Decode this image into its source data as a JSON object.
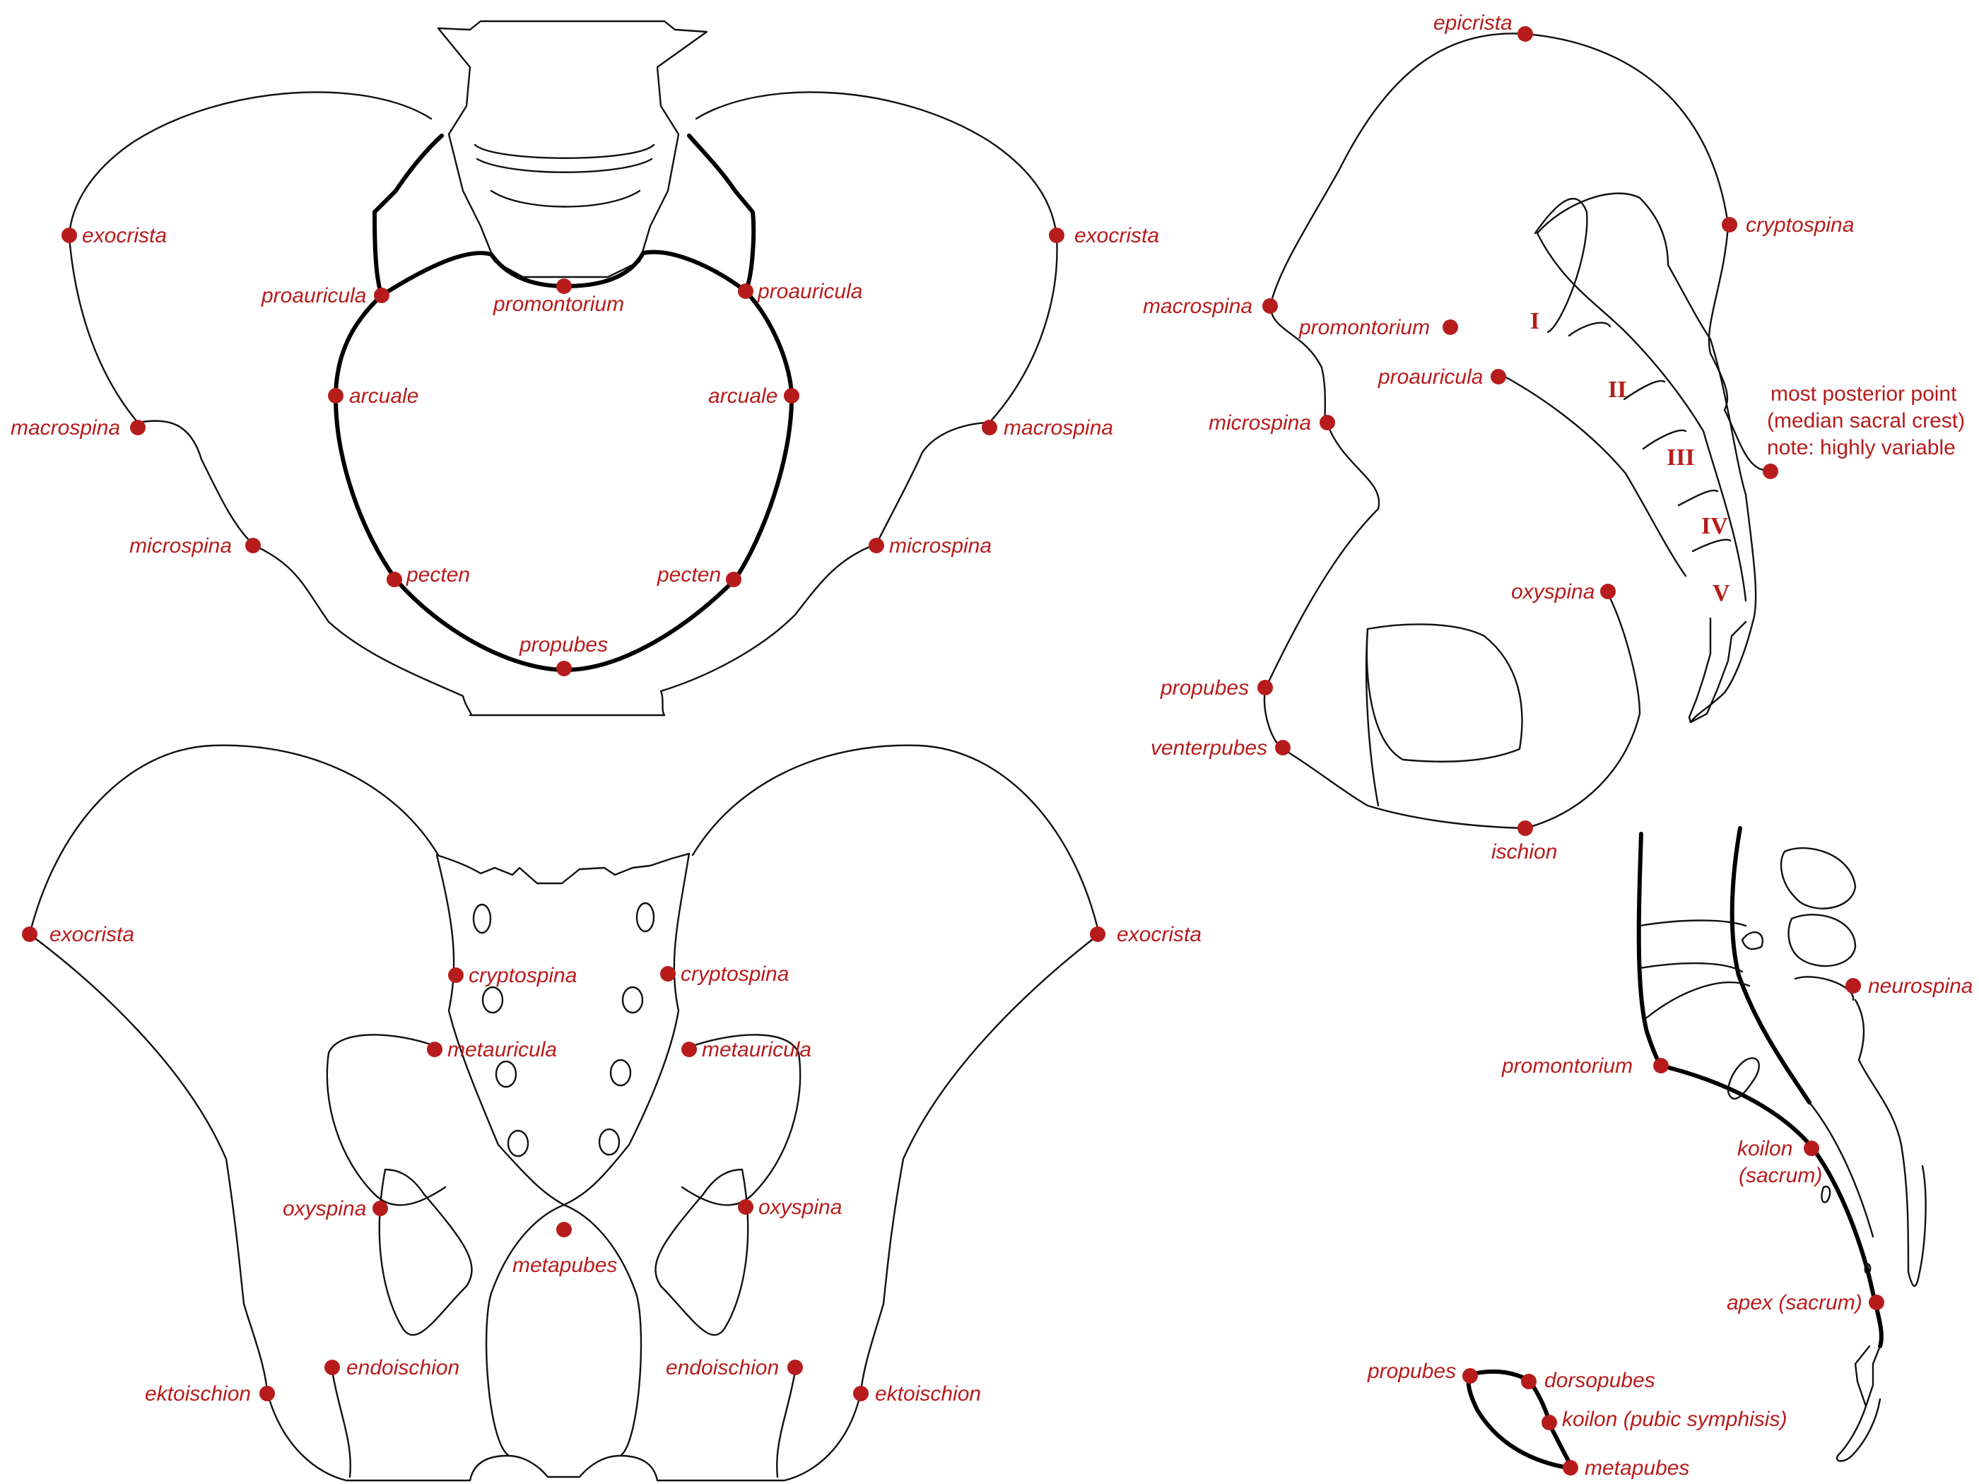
{
  "colors": {
    "landmark": "#b71c1c",
    "text": "#b71c1c",
    "outline": "#111111"
  },
  "views": {
    "anterior": {
      "exocrista_left": "exocrista",
      "exocrista_right": "exocrista",
      "proauricula_left": "proauricula",
      "proauricula_right": "proauricula",
      "promontorium": "promontorium",
      "arcuale_left": "arcuale",
      "arcuale_right": "arcuale",
      "macrospina_left": "macrospina",
      "macrospina_right": "macrospina",
      "microspina_left": "microspina",
      "microspina_right": "microspina",
      "pecten_left": "pecten",
      "pecten_right": "pecten",
      "propubes": "propubes"
    },
    "posterior": {
      "exocrista_left": "exocrista",
      "exocrista_right": "exocrista",
      "cryptospina_left": "cryptospina",
      "cryptospina_right": "cryptospina",
      "metauricula_left": "metauricula",
      "metauricula_right": "metauricula",
      "oxyspina_left": "oxyspina",
      "oxyspina_right": "oxyspina",
      "metapubes": "metapubes",
      "endoischion_left": "endoischion",
      "endoischion_right": "endoischion",
      "ektoischion_left": "ektoischion",
      "ektoischion_right": "ektoischion"
    },
    "lateral": {
      "epicrista": "epicrista",
      "cryptospina": "cryptospina",
      "macrospina": "macrospina",
      "promontorium": "promontorium",
      "proauricula": "proauricula",
      "microspina": "microspina",
      "posterior_note_line1": "most posterior point",
      "posterior_note_line2": "(median sacral crest)",
      "posterior_note_line3": "note: highly variable",
      "oxyspina": "oxyspina",
      "propubes": "propubes",
      "venterpubes": "venterpubes",
      "ischion": "ischion",
      "segments": [
        "I",
        "II",
        "III",
        "IV",
        "V"
      ]
    },
    "midsagittal": {
      "neurospina": "neurospina",
      "promontorium": "promontorium",
      "koilon_sacrum_line1": "koilon",
      "koilon_sacrum_line2": "(sacrum)",
      "apex_sacrum": "apex (sacrum)"
    },
    "symphysis": {
      "propubes": "propubes",
      "dorsopubes": "dorsopubes",
      "koilon_pubic": "koilon (pubic symphisis)",
      "metapubes": "metapubes"
    }
  }
}
